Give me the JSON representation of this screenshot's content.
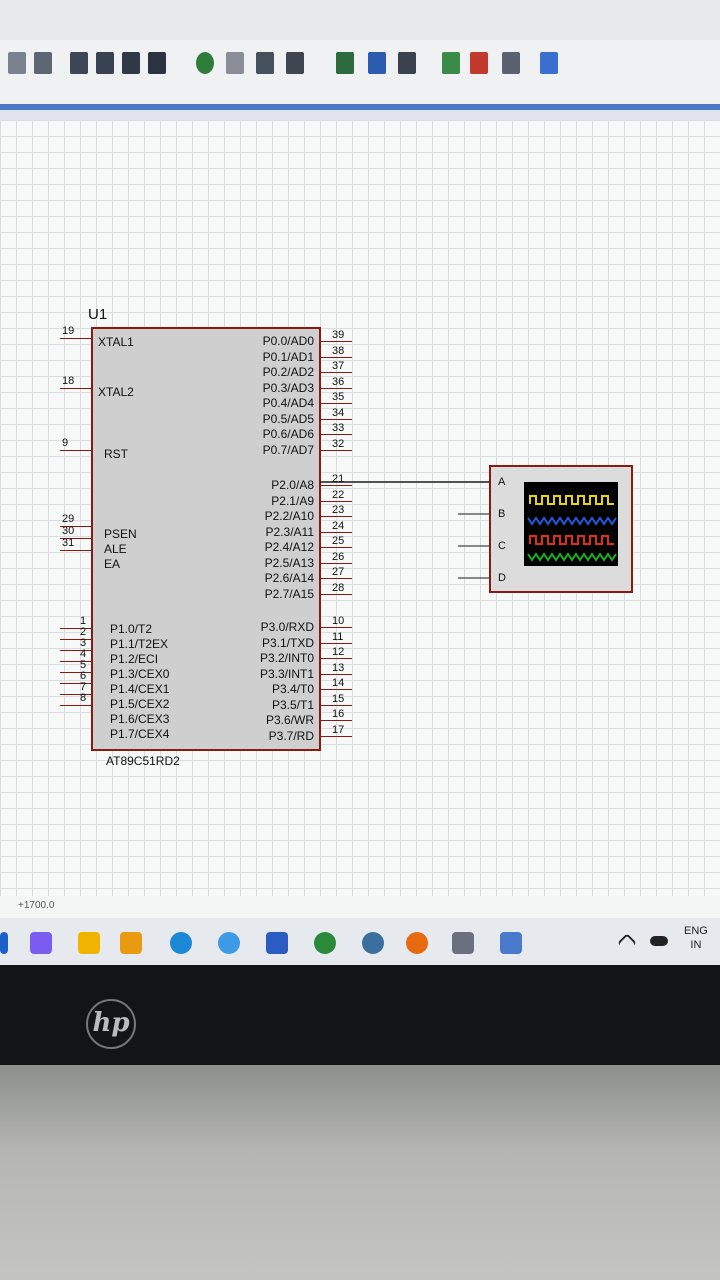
{
  "status": {
    "coordinate": "+1700.0"
  },
  "taskbar": {
    "language_line1": "ENG",
    "language_line2": "IN"
  },
  "device": {
    "brand_logo": "hp"
  },
  "chip": {
    "ref": "U1",
    "part": "AT89C51RD2",
    "left_pins": [
      {
        "num": "19",
        "label": "XTAL1"
      },
      {
        "num": "18",
        "label": "XTAL2"
      },
      {
        "num": "9",
        "label": "RST"
      },
      {
        "num": "29",
        "label": "PSEN"
      },
      {
        "num": "30",
        "label": "ALE"
      },
      {
        "num": "31",
        "label": "EA"
      },
      {
        "num": "1",
        "label": "P1.0/T2"
      },
      {
        "num": "2",
        "label": "P1.1/T2EX"
      },
      {
        "num": "3",
        "label": "P1.2/ECI"
      },
      {
        "num": "4",
        "label": "P1.3/CEX0"
      },
      {
        "num": "5",
        "label": "P1.4/CEX1"
      },
      {
        "num": "6",
        "label": "P1.5/CEX2"
      },
      {
        "num": "7",
        "label": "P1.6/CEX3"
      },
      {
        "num": "8",
        "label": "P1.7/CEX4"
      }
    ],
    "right_pins": [
      {
        "num": "39",
        "label": "P0.0/AD0"
      },
      {
        "num": "38",
        "label": "P0.1/AD1"
      },
      {
        "num": "37",
        "label": "P0.2/AD2"
      },
      {
        "num": "36",
        "label": "P0.3/AD3"
      },
      {
        "num": "35",
        "label": "P0.4/AD4"
      },
      {
        "num": "34",
        "label": "P0.5/AD5"
      },
      {
        "num": "33",
        "label": "P0.6/AD6"
      },
      {
        "num": "32",
        "label": "P0.7/AD7"
      },
      {
        "num": "21",
        "label": "P2.0/A8"
      },
      {
        "num": "22",
        "label": "P2.1/A9"
      },
      {
        "num": "23",
        "label": "P2.2/A10"
      },
      {
        "num": "24",
        "label": "P2.3/A11"
      },
      {
        "num": "25",
        "label": "P2.4/A12"
      },
      {
        "num": "26",
        "label": "P2.5/A13"
      },
      {
        "num": "27",
        "label": "P2.6/A14"
      },
      {
        "num": "28",
        "label": "P2.7/A15"
      },
      {
        "num": "10",
        "label": "P3.0/RXD"
      },
      {
        "num": "11",
        "label": "P3.1/TXD"
      },
      {
        "num": "12",
        "label": "P3.2/INT0"
      },
      {
        "num": "13",
        "label": "P3.3/INT1"
      },
      {
        "num": "14",
        "label": "P3.4/T0"
      },
      {
        "num": "15",
        "label": "P3.5/T1"
      },
      {
        "num": "16",
        "label": "P3.6/WR"
      },
      {
        "num": "17",
        "label": "P3.7/RD"
      }
    ]
  },
  "oscilloscope": {
    "channels": [
      "A",
      "B",
      "C",
      "D"
    ],
    "trace_colors": [
      "#e8d800",
      "#1f5be0",
      "#e03010",
      "#18b020"
    ]
  }
}
